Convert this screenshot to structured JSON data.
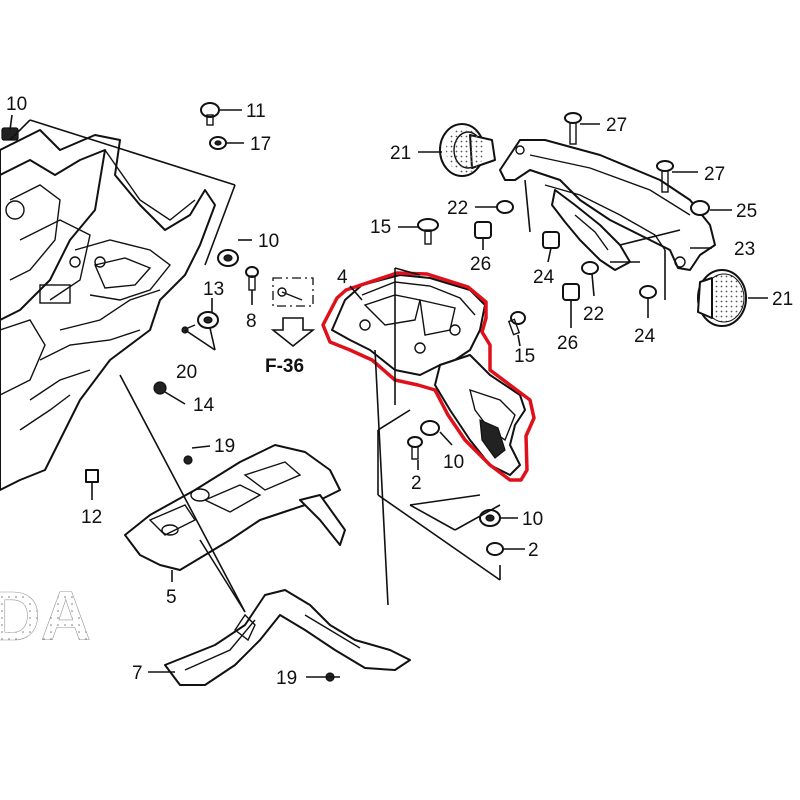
{
  "callouts": {
    "c1": "10",
    "c2": "11",
    "c3": "17",
    "c4": "10",
    "c5": "13",
    "c6": "8",
    "c7": "20",
    "c8": "14",
    "c9": "12",
    "c10": "19",
    "c11": "5",
    "c12": "7",
    "c13": "19",
    "c14": "4",
    "c15": "15",
    "c16": "15",
    "c17": "21",
    "c18": "22",
    "c19": "26",
    "c20": "27",
    "c21": "27",
    "c22": "25",
    "c23": "23",
    "c24": "24",
    "c25": "22",
    "c26": "24",
    "c27": "26",
    "c28": "21",
    "c29": "2",
    "c30": "10",
    "c31": "10",
    "c32": "2"
  },
  "reference": "F-36",
  "watermark": "DA",
  "colors": {
    "highlight": "#e0101a",
    "line": "#111111",
    "background": "#ffffff"
  }
}
